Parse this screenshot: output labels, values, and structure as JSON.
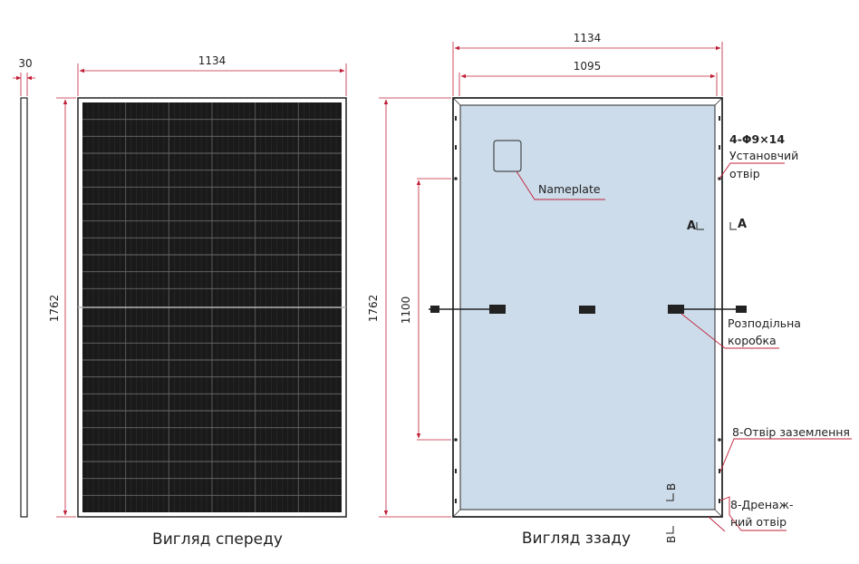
{
  "colors": {
    "line": "#222222",
    "dim_line": "#c0203a",
    "cell": "#1a1a1a",
    "frame_back": "#2a2a2a",
    "backsheet": "#ccdcea",
    "callout": "#c0203a"
  },
  "side_view": {
    "thickness_label": "30"
  },
  "front_view": {
    "width_label": "1134",
    "height_label": "1762",
    "caption": "Вигляд спереду"
  },
  "back_view": {
    "outer_width_label": "1134",
    "inner_width_label": "1095",
    "height_label": "1762",
    "mounting_span_label": "1100",
    "nameplate_label": "Nameplate",
    "mounting_hole_spec": "4-Φ9×14",
    "mounting_hole_line1": "Установчий",
    "mounting_hole_line2": "отвір",
    "section_a_left": "A",
    "section_a_right": "A",
    "section_b_top": "B",
    "section_b_bottom": "B",
    "junction_box_line1": "Розподільна",
    "junction_box_line2": "коробка",
    "grounding_hole": "8-Отвір заземлення",
    "drain_hole_line1": "8-Дренаж-",
    "drain_hole_line2": "ний отвір",
    "caption": "Вигляд ззаду"
  }
}
